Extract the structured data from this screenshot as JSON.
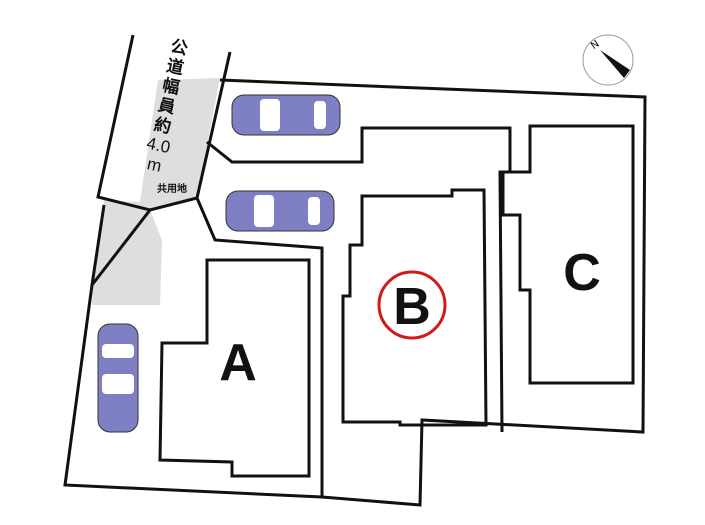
{
  "road": {
    "label_chars": [
      "公",
      "道",
      "幅",
      "員",
      "約"
    ],
    "width_value": "4.0",
    "width_unit": "m"
  },
  "shared_land_label": "共用地",
  "lots": [
    {
      "id": "A",
      "label": "A",
      "highlighted": false
    },
    {
      "id": "B",
      "label": "B",
      "highlighted": true
    },
    {
      "id": "C",
      "label": "C",
      "highlighted": false
    }
  ],
  "compass": {
    "label": "N"
  },
  "colors": {
    "car": "#7f7fc4",
    "shared_area": "#dedede",
    "highlight": "#d11a1a"
  }
}
